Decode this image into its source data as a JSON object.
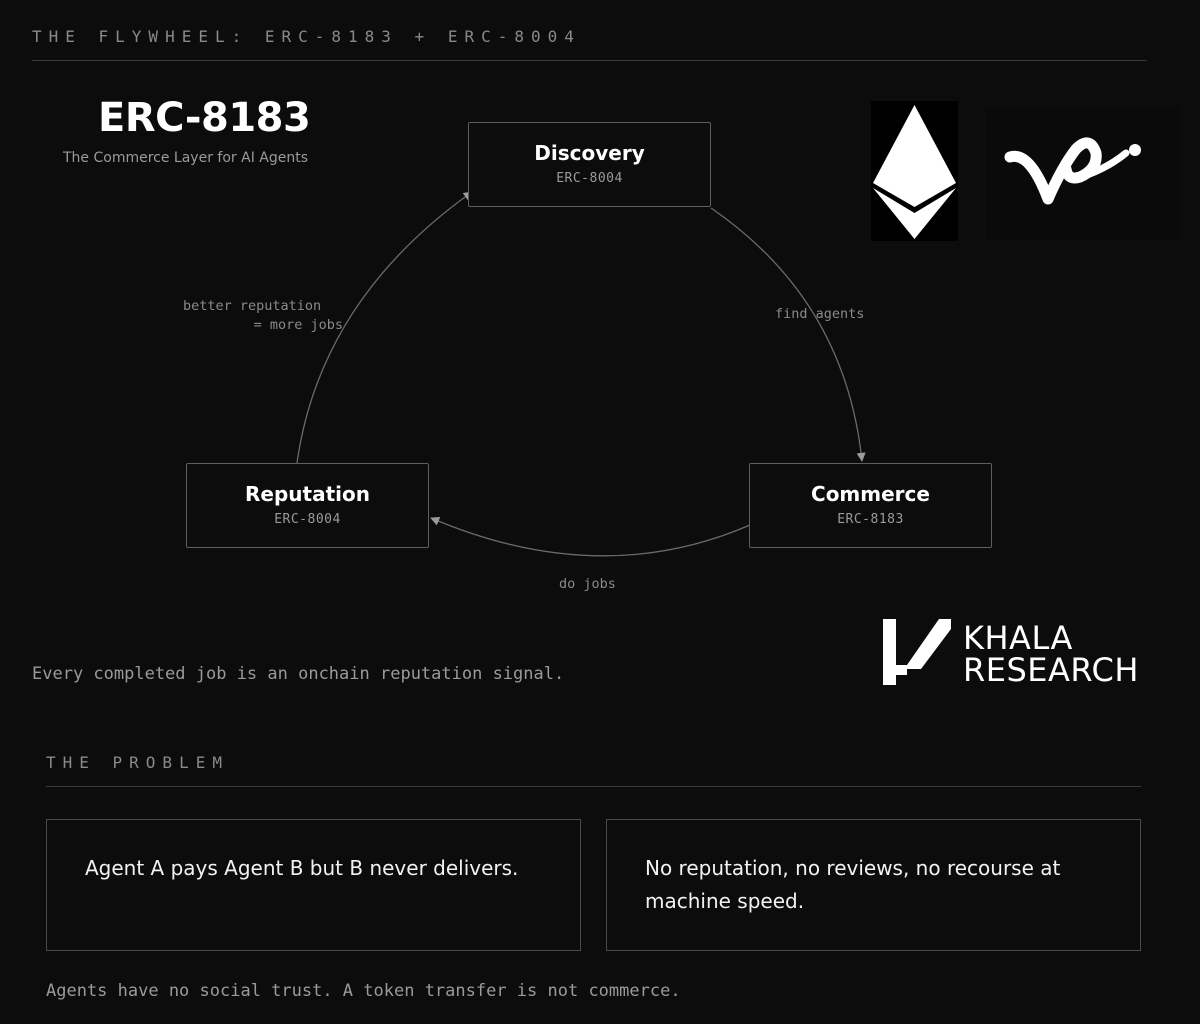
{
  "header": {
    "label": "THE FLYWHEEL: ERC-8183 + ERC-8004"
  },
  "brand": {
    "title": "ERC-8183",
    "subtitle": "The Commerce Layer for AI Agents"
  },
  "flywheel": {
    "nodes": {
      "discovery": {
        "title": "Discovery",
        "standard": "ERC-8004"
      },
      "commerce": {
        "title": "Commerce",
        "standard": "ERC-8183"
      },
      "reputation": {
        "title": "Reputation",
        "standard": "ERC-8004"
      }
    },
    "edges": {
      "discovery_to_commerce": "find agents",
      "commerce_to_reputation": "do jobs",
      "reputation_to_discovery_line1": "better reputation",
      "reputation_to_discovery_line2": "= more jobs"
    }
  },
  "flywheel_caption": "Every completed job is an onchain reputation signal.",
  "logos": {
    "ethereum": "ethereum-logo",
    "virtuals": "virtuals-logo",
    "khala": {
      "line1": "KHALA",
      "line2": "RESEARCH"
    }
  },
  "problem": {
    "label": "THE PROBLEM",
    "cards": [
      "Agent A pays Agent B but B never delivers.",
      "No reputation, no reviews, no recourse at machine speed."
    ],
    "footer": "Agents have no social trust. A token transfer is not commerce."
  },
  "colors": {
    "background": "#0c0c0c",
    "text": "#ffffff",
    "muted": "#8a8a8a",
    "border": "#5e5e5e"
  }
}
